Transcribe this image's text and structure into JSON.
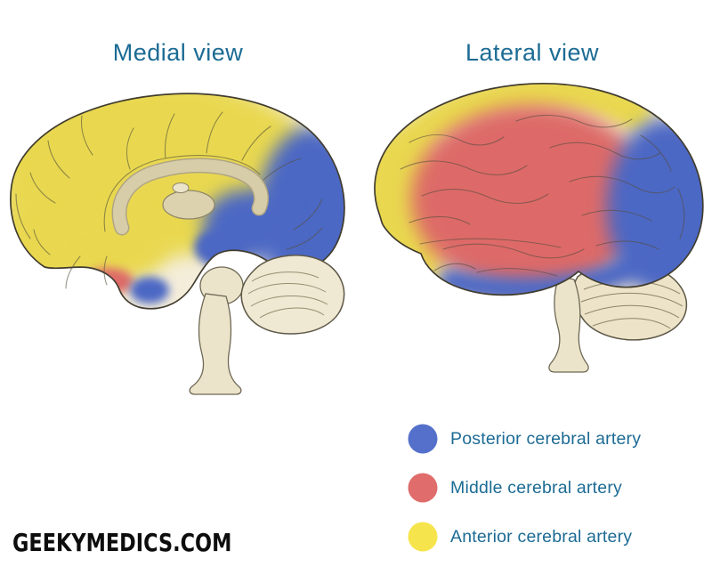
{
  "titles": {
    "medial": "Medial view",
    "lateral": "Lateral view"
  },
  "legend": {
    "items": [
      {
        "label": "Posterior cerebral artery",
        "color": "#5470cb"
      },
      {
        "label": "Middle cerebral artery",
        "color": "#e06c6c"
      },
      {
        "label": "Anterior cerebral artery",
        "color": "#f6e44c"
      }
    ]
  },
  "footer": {
    "logo_text": "GEEKYMEDICS.COM"
  },
  "colors": {
    "pca_blue": "#4c68c4",
    "mca_red": "#dd6a68",
    "aca_yellow": "#e9d84f",
    "title_text": "#1c6b94",
    "brain_base": "#f4edda",
    "stem_beige": "#ece4ca",
    "cerebellum_beige": "#efe8d2",
    "outline": "#413c2e"
  }
}
